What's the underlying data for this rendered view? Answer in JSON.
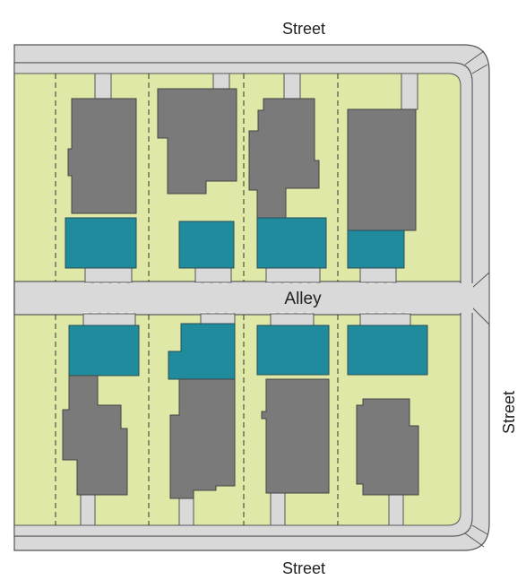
{
  "labels": {
    "street_top": "Street",
    "street_bottom": "Street",
    "street_right": "Street",
    "alley": "Alley"
  },
  "colors": {
    "lawn": "#dfe8a6",
    "paving": "#d9d9d9",
    "outline": "#555555",
    "house": "#7a7a7a",
    "garage": "#1f8b9c",
    "lot_line": "#333333",
    "background": "#ffffff"
  },
  "legend_semantics": {
    "house_fill": "house",
    "garage_fill": "garage",
    "lawn_fill": "lawn"
  }
}
